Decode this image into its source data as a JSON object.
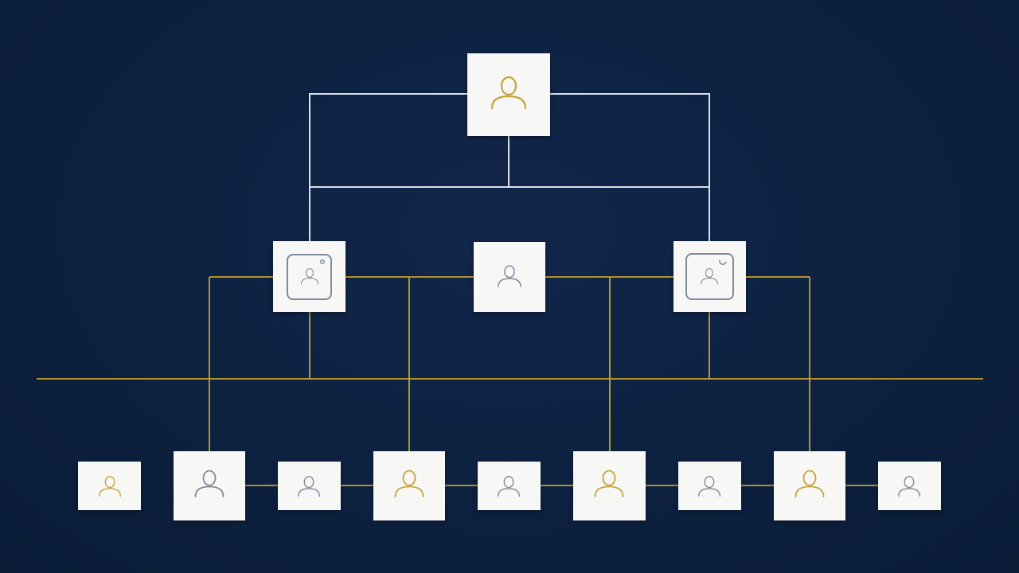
{
  "colors": {
    "background": "#0d2140",
    "node_fill": "#f7f7f5",
    "line_white": "#d9e1ea",
    "line_gold": "#c9a227",
    "icon_gold": "#c9a43a",
    "icon_slate": "#7f8b9a"
  },
  "diagram": {
    "type": "org-chart",
    "levels": 3,
    "nodes": [
      {
        "id": "top",
        "level": 0,
        "icon": "person-icon",
        "icon_color": "gold"
      },
      {
        "id": "mid-left",
        "level": 1,
        "icon": "person-frame-icon",
        "icon_color": "slate",
        "framed": true
      },
      {
        "id": "mid-center",
        "level": 1,
        "icon": "person-icon",
        "icon_color": "slate"
      },
      {
        "id": "mid-right",
        "level": 1,
        "icon": "person-frame-icon",
        "icon_color": "slate",
        "framed": true
      },
      {
        "id": "bottom-1",
        "level": 2,
        "icon": "person-icon",
        "icon_color": "gold"
      },
      {
        "id": "bottom-2",
        "level": 2,
        "icon": "person-icon",
        "icon_color": "slate",
        "large": true
      },
      {
        "id": "bottom-3",
        "level": 2,
        "icon": "person-icon",
        "icon_color": "slate"
      },
      {
        "id": "bottom-4",
        "level": 2,
        "icon": "person-icon",
        "icon_color": "gold",
        "large": true
      },
      {
        "id": "bottom-5",
        "level": 2,
        "icon": "person-icon",
        "icon_color": "slate"
      },
      {
        "id": "bottom-6",
        "level": 2,
        "icon": "person-icon",
        "icon_color": "gold",
        "large": true
      },
      {
        "id": "bottom-7",
        "level": 2,
        "icon": "person-icon",
        "icon_color": "slate"
      },
      {
        "id": "bottom-8",
        "level": 2,
        "icon": "person-icon",
        "icon_color": "gold",
        "large": true
      },
      {
        "id": "bottom-9",
        "level": 2,
        "icon": "person-icon",
        "icon_color": "slate"
      }
    ],
    "edges": [
      {
        "from": "top",
        "to": "mid-left",
        "style": "white"
      },
      {
        "from": "top",
        "to": "mid-right",
        "style": "white"
      },
      {
        "from": "mid-left",
        "to": "bottom-2",
        "style": "gold"
      },
      {
        "from": "mid-left",
        "to": "bottom-4",
        "style": "gold"
      },
      {
        "from": "mid-right",
        "to": "bottom-6",
        "style": "gold"
      },
      {
        "from": "mid-right",
        "to": "bottom-8",
        "style": "gold"
      }
    ]
  }
}
